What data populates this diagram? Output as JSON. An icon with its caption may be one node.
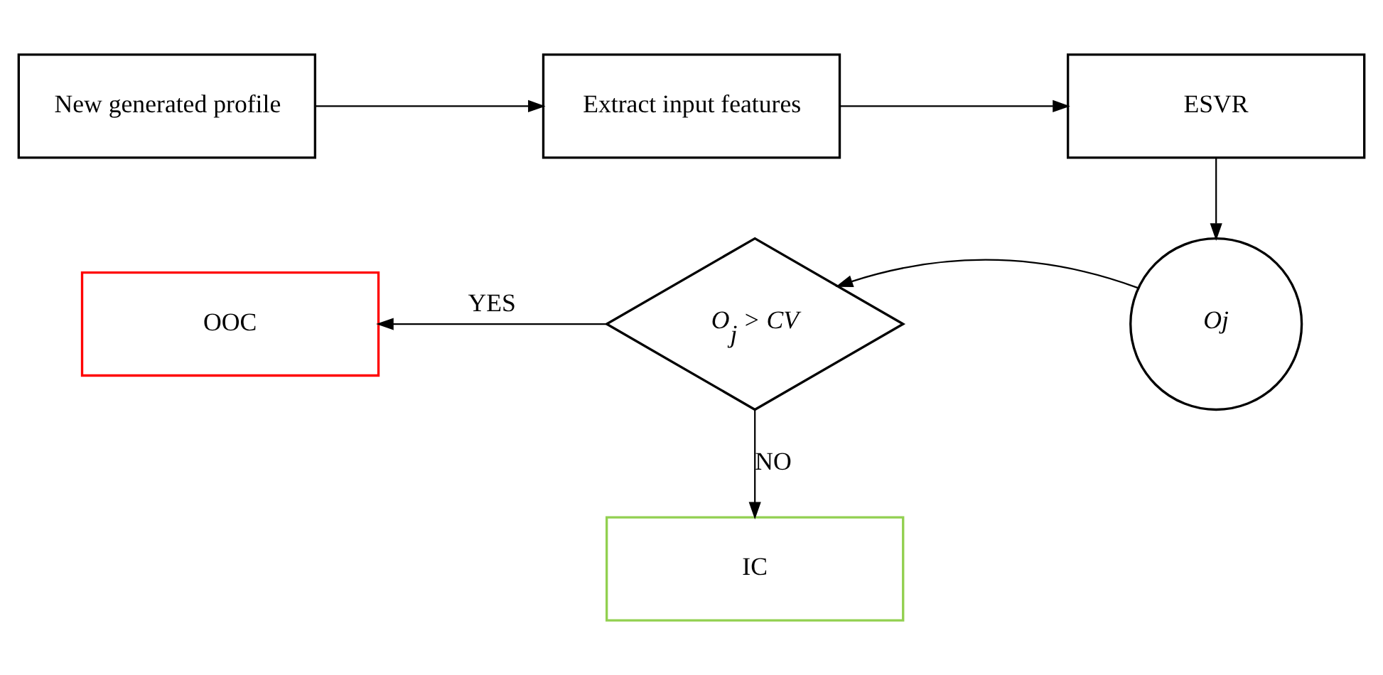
{
  "diagram": {
    "nodes": [
      {
        "text": [
          "New generated profile"
        ]
      },
      {
        "text": [
          "Extract input features"
        ]
      },
      {
        "text": [
          "ESVR"
        ]
      },
      {
        "text": [
          "Oj"
        ]
      },
      {
        "text": [
          "O$_{j}$ > CV"
        ]
      },
      {
        "text": [
          "OOC"
        ]
      },
      {
        "text": [
          "IC"
        ]
      }
    ],
    "edges": [
      {
        "from": 0,
        "to": 1,
        "arrow": "to"
      },
      {
        "from": 1,
        "to": 2,
        "arrow": "to"
      },
      {
        "from": 2,
        "to": 3,
        "arrow": "to"
      },
      {
        "from": 3,
        "to": 4,
        "arrow": "to"
      },
      {
        "from": 4,
        "to": 5,
        "label": "YES",
        "arrow": "to"
      },
      {
        "from": 4,
        "to": 6,
        "label": "NO",
        "arrow": "to"
      }
    ]
  }
}
